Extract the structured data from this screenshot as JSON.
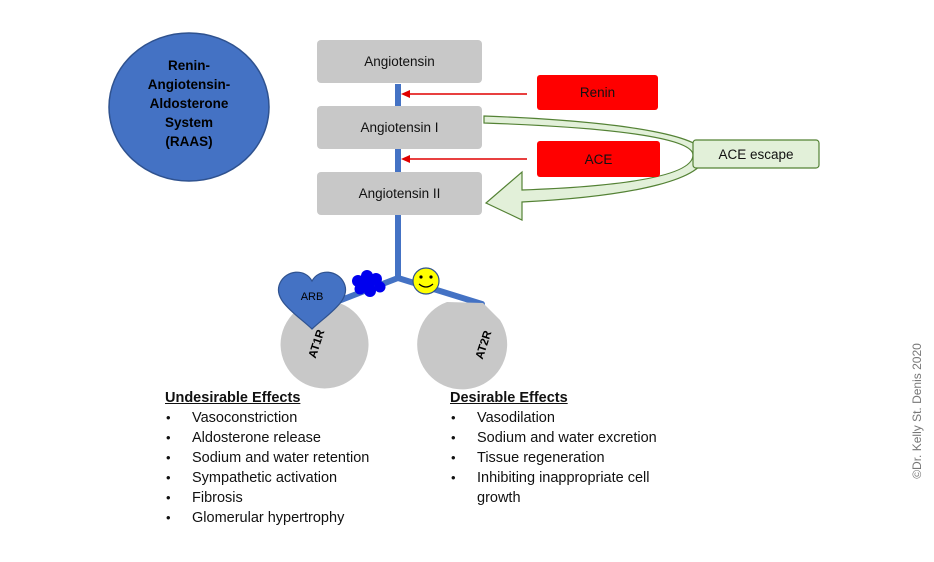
{
  "raas_label": [
    "Renin-",
    "Angiotensin-",
    "Aldosterone",
    "System",
    "(RAAS)"
  ],
  "cascade": {
    "angiotensin": "Angiotensin",
    "angiotensin_i": "Angiotensin I",
    "angiotensin_ii": "Angiotensin II"
  },
  "enzymes": {
    "renin": "Renin",
    "ace": "ACE",
    "ace_escape": "ACE escape"
  },
  "receptors": {
    "arb": "ARB",
    "at1r": "AT1R",
    "at2r": "AT2R"
  },
  "undesirable": {
    "title": "Undesirable Effects",
    "items": [
      "Vasoconstriction",
      "Aldosterone release",
      "Sodium and water retention",
      "Sympathetic activation",
      "Fibrosis",
      "Glomerular hypertrophy"
    ]
  },
  "desirable": {
    "title": "Desirable Effects",
    "items": [
      "Vasodilation",
      "Sodium and water excretion",
      "Tissue regeneration",
      "Inhibiting inappropriate cell growth"
    ]
  },
  "copyright": "©Dr. Kelly St. Denis 2020",
  "colors": {
    "raas_circle": "#4472c4",
    "gray_box": "#c8c8c8",
    "red_box": "#ff0000",
    "blue_line": "#4472c4",
    "escape_fill": "#e2f0d9",
    "escape_stroke": "#548235",
    "smiley": "#ffff00"
  }
}
